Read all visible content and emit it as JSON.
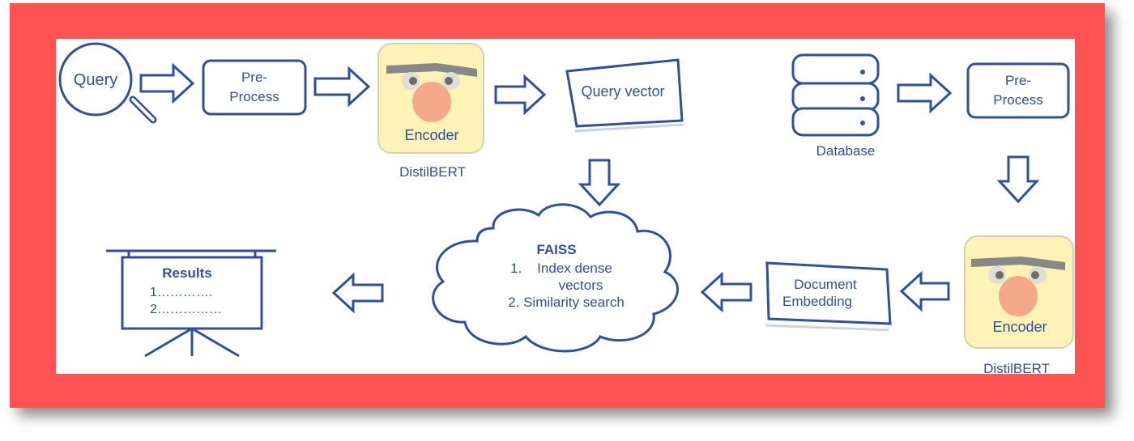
{
  "nodes": {
    "query": "Query",
    "preprocess_left": [
      "Pre-",
      "Process"
    ],
    "encoder_top": "Encoder",
    "distilbert_top": "DistilBERT",
    "query_vector": "Query vector",
    "database": "Database",
    "preprocess_right": [
      "Pre-",
      "Process"
    ],
    "encoder_bottom": "Encoder",
    "distilbert_bottom": "DistilBERT",
    "document_embedding": [
      "Document",
      "Embedding"
    ],
    "faiss": {
      "title": "FAISS",
      "line1": "1.    Index dense",
      "line2": "vectors",
      "line3": "2. Similarity search"
    },
    "results": {
      "title": "Results",
      "line1": "1………….",
      "line2": "2……………"
    }
  },
  "icons": [
    "search-icon",
    "database-icon",
    "encoder-face-icon",
    "presentation-board-icon",
    "cloud-icon",
    "arrow-right-icon",
    "arrow-down-icon",
    "arrow-left-icon"
  ],
  "colors": {
    "frame": "#ff5252",
    "stroke": "#2f4fa0",
    "encoder_fill": "#fdf3b6",
    "face_nose": "#f5a98a"
  }
}
